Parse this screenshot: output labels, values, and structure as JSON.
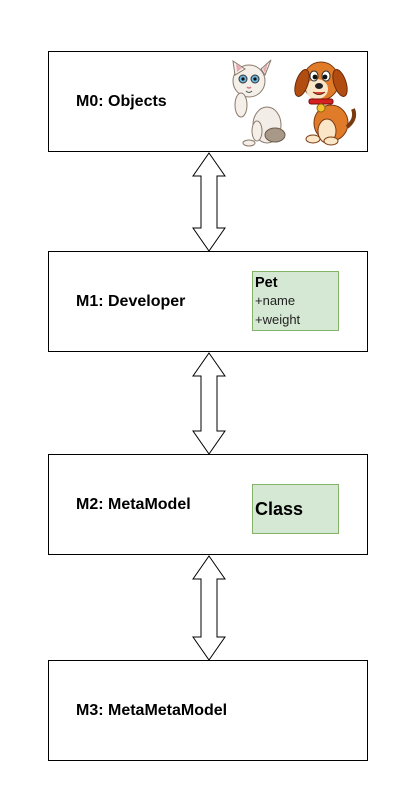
{
  "layers": {
    "m0": {
      "label": "M0: Objects"
    },
    "m1": {
      "label": "M1: Developer"
    },
    "m2": {
      "label": "M2: MetaModel"
    },
    "m3": {
      "label": "M3: MetaMetaModel"
    }
  },
  "pet_class": {
    "title": "Pet",
    "attributes": [
      "+name",
      "+weight"
    ]
  },
  "class_box": {
    "label": "Class"
  },
  "colors": {
    "uml_fill": "#d5e8d4",
    "uml_stroke": "#82b366",
    "border": "#000000"
  },
  "icons": [
    "cat-icon",
    "dog-icon",
    "double-arrow-icon"
  ]
}
